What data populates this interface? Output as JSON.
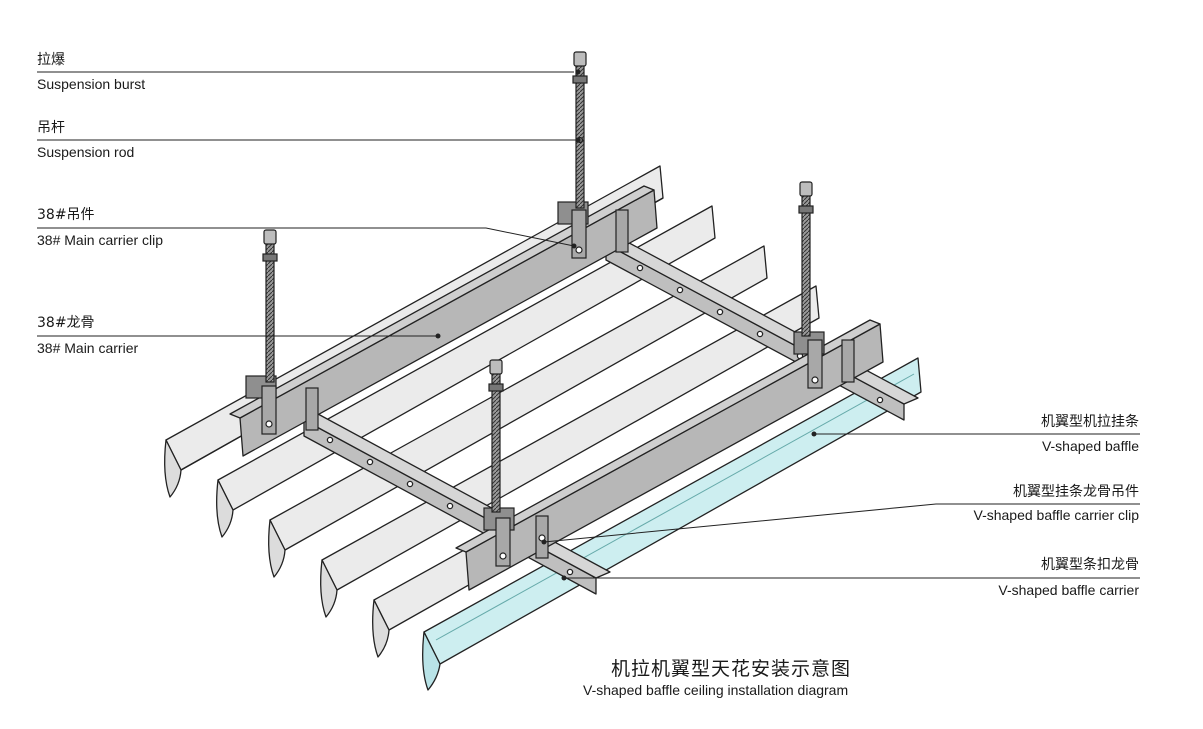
{
  "title": {
    "zh": "机拉机翼型天花安装示意图",
    "en": "V-shaped baffle ceiling installation diagram"
  },
  "labels": {
    "suspension_burst": {
      "zh": "拉爆",
      "en": "Suspension burst"
    },
    "suspension_rod": {
      "zh": "吊杆",
      "en": "Suspension rod"
    },
    "main_carrier_clip": {
      "zh": "38#吊件",
      "en": "38# Main carrier clip"
    },
    "main_carrier": {
      "zh": "38#龙骨",
      "en": "38# Main carrier"
    },
    "v_baffle": {
      "zh": "机翼型机拉挂条",
      "en": "V-shaped baffle"
    },
    "v_baffle_carrier_clip": {
      "zh": "机翼型挂条龙骨吊件",
      "en": "V-shaped baffle carrier clip"
    },
    "v_baffle_carrier": {
      "zh": "机翼型条扣龙骨",
      "en": "V-shaped baffle carrier"
    }
  },
  "colors": {
    "baffle": "#e6e6e6",
    "baffle_highlight": "#cdeef0",
    "carrier": "#b7b7b7",
    "metal_dark": "#8c8c8c",
    "line": "#222222"
  }
}
